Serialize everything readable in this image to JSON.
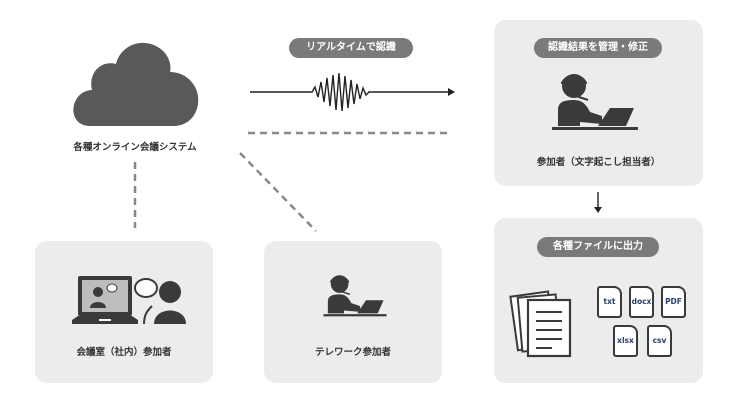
{
  "source": {
    "label": "各種オンライン会議システム"
  },
  "realtime": {
    "label": "リアルタイムで認識"
  },
  "manage": {
    "title": "認識結果を管理・修正",
    "label": "参加者（文字起こし担当者）"
  },
  "output": {
    "title": "各種ファイルに出力",
    "formats": [
      "txt",
      "docx",
      "PDF",
      "xlsx",
      "csv"
    ]
  },
  "meeting_room": {
    "label": "会議室（社内）参加者"
  },
  "telework": {
    "label": "テレワーク参加者"
  },
  "colors": {
    "box": "#ebeced",
    "pill": "#7a7a7a",
    "icon": "#3a3a3a",
    "format_text": "#2a3f6a"
  }
}
